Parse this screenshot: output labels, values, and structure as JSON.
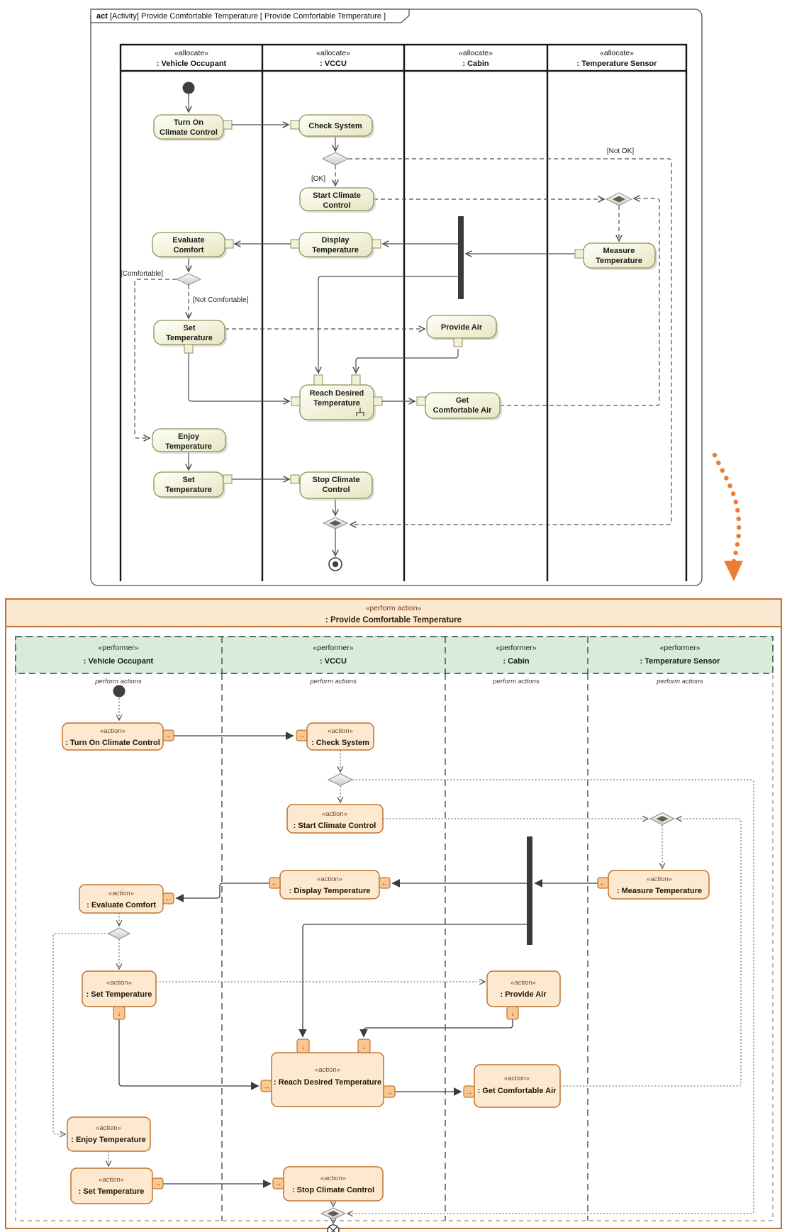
{
  "top": {
    "title_keyword": "act",
    "title_rest": " [Activity] Provide Comfortable Temperature [ Provide Comfortable Temperature ]",
    "lanes": [
      {
        "stereotype": "«allocate»",
        "name": ": Vehicle Occupant"
      },
      {
        "stereotype": "«allocate»",
        "name": ": VCCU"
      },
      {
        "stereotype": "«allocate»",
        "name": ": Cabin"
      },
      {
        "stereotype": "«allocate»",
        "name": ": Temperature Sensor"
      }
    ],
    "nodes": {
      "turn_on": {
        "l1": "Turn On",
        "l2": "Climate Control"
      },
      "check": {
        "l1": "Check System"
      },
      "start": {
        "l1": "Start Climate",
        "l2": "Control"
      },
      "display": {
        "l1": "Display",
        "l2": "Temperature"
      },
      "evaluate": {
        "l1": "Evaluate",
        "l2": "Comfort"
      },
      "measure": {
        "l1": "Measure",
        "l2": "Temperature"
      },
      "set1": {
        "l1": "Set",
        "l2": "Temperature"
      },
      "provide_air": {
        "l1": "Provide Air"
      },
      "rdt": {
        "l1": "Reach Desired",
        "l2": "Temperature"
      },
      "gca": {
        "l1": "Get",
        "l2": "Comfortable Air"
      },
      "enjoy": {
        "l1": "Enjoy",
        "l2": "Temperature"
      },
      "set2": {
        "l1": "Set",
        "l2": "Temperature"
      },
      "stop": {
        "l1": "Stop Climate",
        "l2": "Control"
      }
    },
    "guards": {
      "ok": "[OK]",
      "not_ok": "[Not OK]",
      "comfortable": "[Comfortable]",
      "not_comfortable": "[Not Comfortable]"
    }
  },
  "bottom": {
    "header": {
      "stereotype": "«perform action»",
      "name": ": Provide Comfortable Temperature"
    },
    "lane_sub": "perform actions",
    "action_st": "«action»",
    "lanes": [
      {
        "stereotype": "«performer»",
        "name": ": Vehicle Occupant"
      },
      {
        "stereotype": "«performer»",
        "name": ": VCCU"
      },
      {
        "stereotype": "«performer»",
        "name": ": Cabin"
      },
      {
        "stereotype": "«performer»",
        "name": ": Temperature Sensor"
      }
    ],
    "nodes": {
      "turn_on": ": Turn On Climate Control",
      "check": ": Check System",
      "start": ": Start Climate Control",
      "display": ": Display Temperature",
      "evaluate": ": Evaluate Comfort",
      "measure": ": Measure Temperature",
      "set1": ": Set Temperature",
      "provide_air": ": Provide Air",
      "rdt": ": Reach Desired Temperature",
      "gca": ": Get Comfortable Air",
      "enjoy": ": Enjoy Temperature",
      "set2": ": Set Temperature",
      "stop": ": Stop Climate Control"
    }
  },
  "icons": {
    "pin_right": "→",
    "pin_left": "←",
    "pin_down": "↓"
  },
  "colors": {
    "top_node_border": "#8f8f58",
    "bottom_accent": "#bf7330",
    "lane_green": "#d9ecd9",
    "header_peach": "#fbe8d0",
    "transform_arrow": "#ed7d31"
  }
}
